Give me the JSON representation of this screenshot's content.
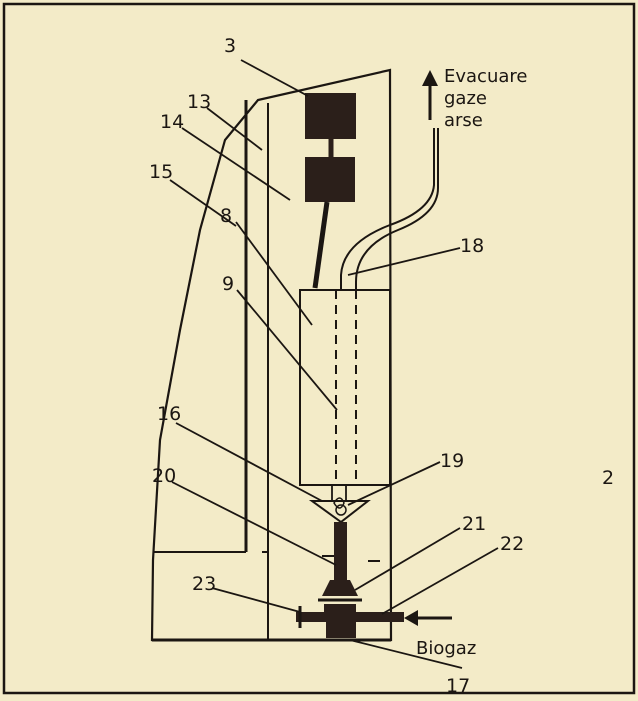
{
  "figure_number": "2",
  "labels": {
    "l3": "3",
    "l13": "13",
    "l14": "14",
    "l15": "15",
    "l8": "8",
    "l9": "9",
    "l16": "16",
    "l20": "20",
    "l19": "19",
    "l18": "18",
    "l21": "21",
    "l22": "22",
    "l23": "23",
    "l17": "17"
  },
  "exhaust_label": [
    "Evacuare",
    "gaze",
    "arse"
  ],
  "inlet_label": "Biogaz",
  "colors": {
    "paper": "#f3ebc8",
    "ink": "#1b1612",
    "block": "#2b1f1a"
  }
}
